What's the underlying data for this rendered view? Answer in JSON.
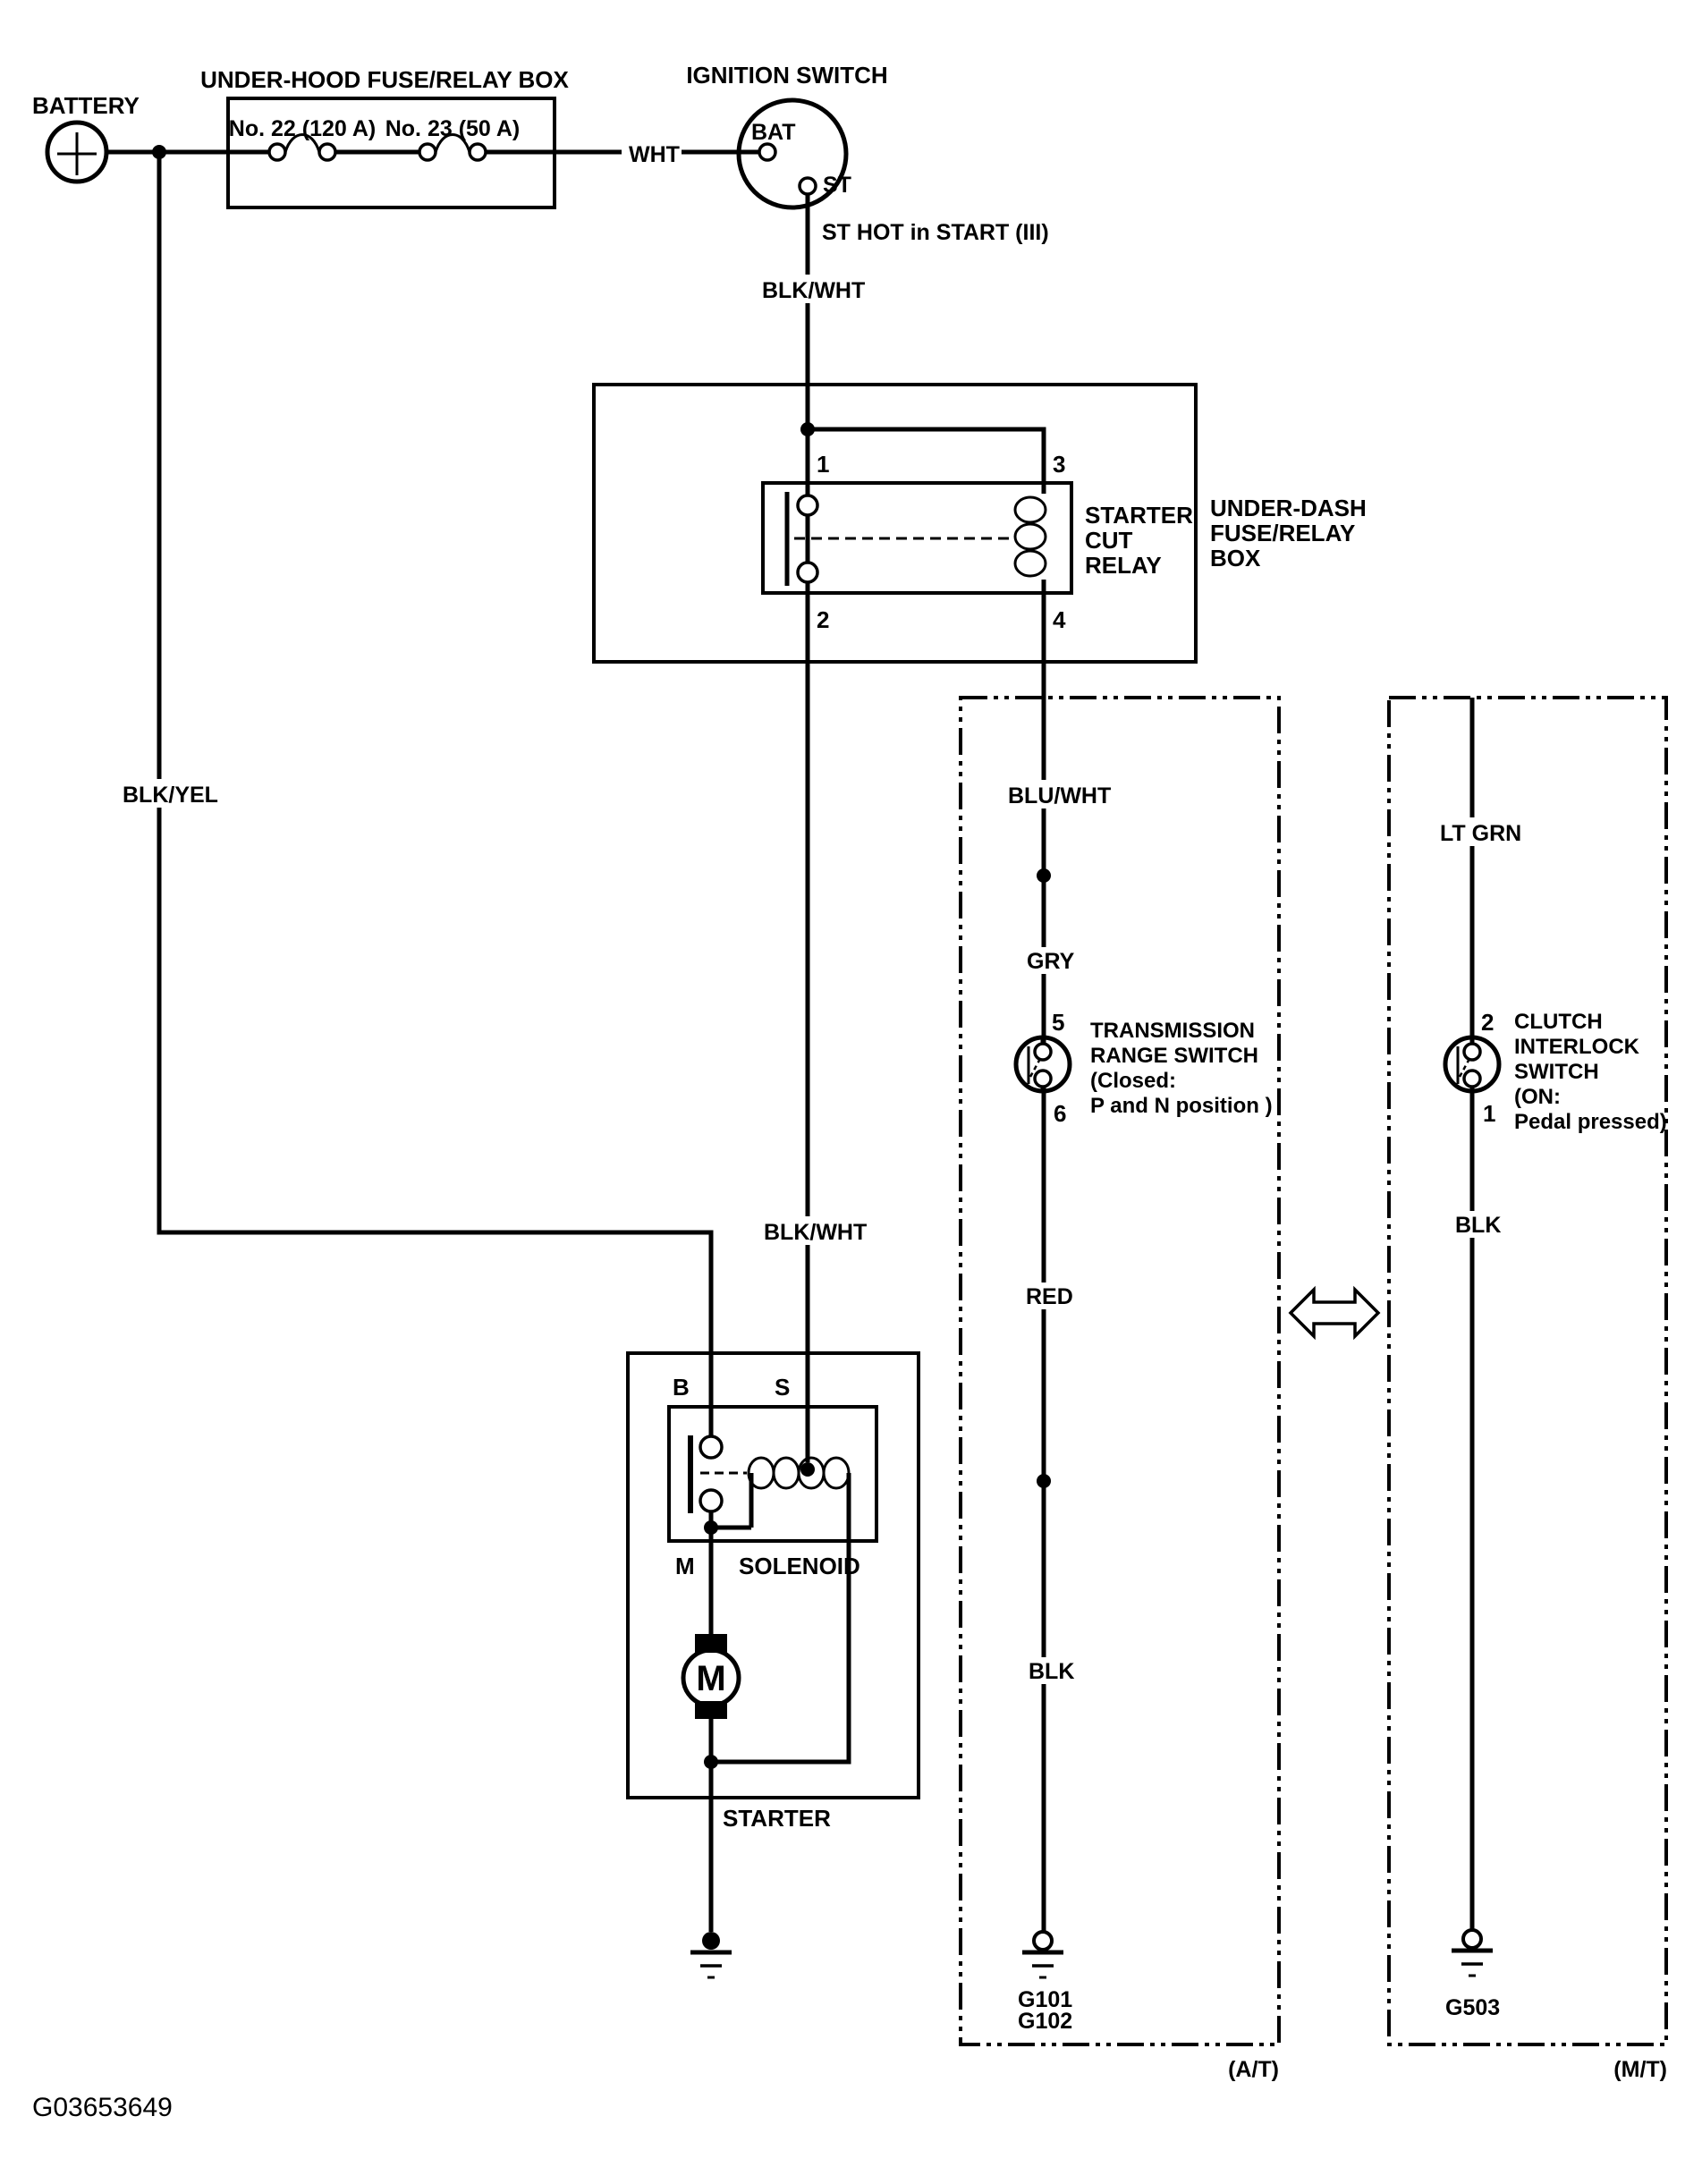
{
  "colors": {
    "ink": "#000000",
    "paper": "#ffffff"
  },
  "code": "G03653649",
  "battery": {
    "label": "BATTERY"
  },
  "underhood": {
    "title": "UNDER-HOOD FUSE/RELAY BOX",
    "fuse22": "No. 22 (120 A)",
    "fuse23": "No. 23 (50 A)"
  },
  "ignition": {
    "title": "IGNITION SWITCH",
    "bat": "BAT",
    "st": "ST",
    "note": "ST HOT in START (III)"
  },
  "underdash": {
    "box": [
      "UNDER-DASH",
      "FUSE/RELAY",
      "BOX"
    ],
    "relay": [
      "STARTER",
      "CUT",
      "RELAY"
    ],
    "pin1": "1",
    "pin2": "2",
    "pin3": "3",
    "pin4": "4"
  },
  "wires": {
    "wht": "WHT",
    "blk_yel": "BLK/YEL",
    "blk_wht_upper": "BLK/WHT",
    "blk_wht_lower": "BLK/WHT",
    "blu_wht": "BLU/WHT",
    "gry": "GRY",
    "red": "RED",
    "blk_at": "BLK",
    "lt_grn": "LT GRN",
    "blk_mt": "BLK"
  },
  "trs": {
    "pin5": "5",
    "pin6": "6",
    "lines": [
      "TRANSMISSION",
      "RANGE SWITCH",
      "(Closed:",
      "P and N position )"
    ]
  },
  "clutch": {
    "pin2": "2",
    "pin1": "1",
    "lines": [
      "CLUTCH",
      "INTERLOCK",
      "SWITCH",
      "(ON:",
      "Pedal pressed)"
    ]
  },
  "starter": {
    "b": "B",
    "s": "S",
    "m": "M",
    "solenoid": "SOLENOID",
    "motor": "M",
    "label": "STARTER"
  },
  "grounds": {
    "g101": "G101",
    "g102": "G102",
    "g503": "G503"
  },
  "variants": {
    "at": "(A/T)",
    "mt": "(M/T)"
  }
}
